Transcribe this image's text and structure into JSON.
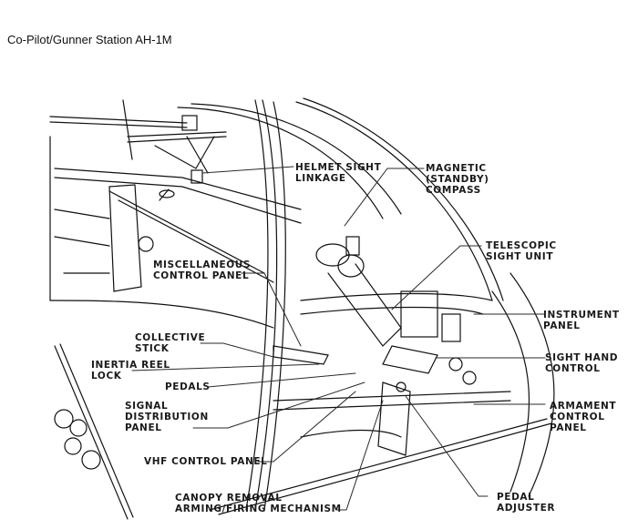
{
  "title": "Co-Pilot/Gunner Station AH-1M",
  "callouts": [
    {
      "id": "helmet-sight-linkage",
      "lines": [
        "HELMET SIGHT",
        "LINKAGE"
      ]
    },
    {
      "id": "magnetic-standby-compass",
      "lines": [
        "MAGNETIC",
        "(STANDBY)",
        "COMPASS"
      ]
    },
    {
      "id": "telescopic-sight-unit",
      "lines": [
        "TELESCOPIC",
        "SIGHT UNIT"
      ]
    },
    {
      "id": "miscellaneous-control-panel",
      "lines": [
        "MISCELLANEOUS",
        "CONTROL PANEL"
      ]
    },
    {
      "id": "instrument-panel",
      "lines": [
        "INSTRUMENT",
        "PANEL"
      ]
    },
    {
      "id": "collective-stick",
      "lines": [
        "COLLECTIVE",
        "STICK"
      ]
    },
    {
      "id": "inertia-reel-lock",
      "lines": [
        "INERTIA REEL",
        "LOCK"
      ]
    },
    {
      "id": "sight-hand-control",
      "lines": [
        "SIGHT HAND",
        "CONTROL"
      ]
    },
    {
      "id": "pedals",
      "lines": [
        "PEDALS"
      ]
    },
    {
      "id": "signal-distribution-panel",
      "lines": [
        "SIGNAL",
        "DISTRIBUTION",
        "PANEL"
      ]
    },
    {
      "id": "armament-control-panel",
      "lines": [
        "ARMAMENT",
        "CONTROL",
        "PANEL"
      ]
    },
    {
      "id": "vhf-control-panel",
      "lines": [
        "VHF CONTROL PANEL"
      ]
    },
    {
      "id": "canopy-removal",
      "lines": [
        "CANOPY REMOVAL",
        "ARMING/FIRING MECHANISM"
      ]
    },
    {
      "id": "pedal-adjuster",
      "lines": [
        "PEDAL",
        "ADJUSTER"
      ]
    }
  ]
}
